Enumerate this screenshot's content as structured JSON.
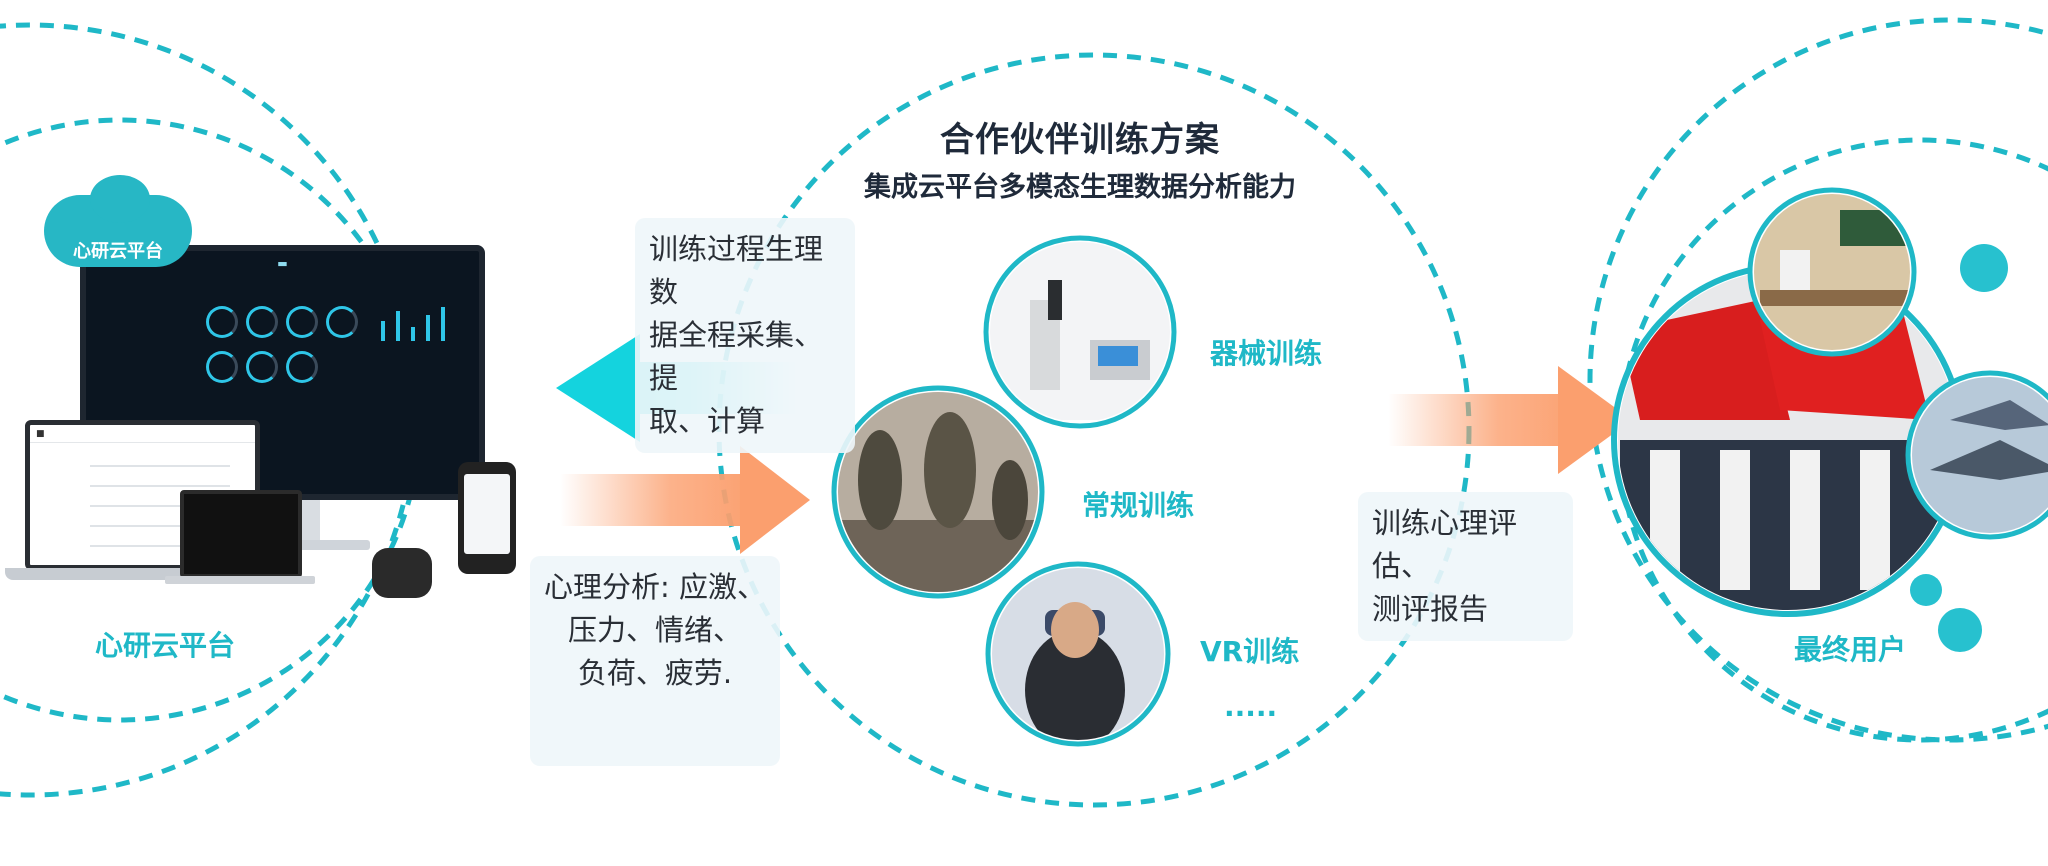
{
  "header": {
    "title": "合作伙伴训练方案",
    "subtitle": "集成云平台多模态生理数据分析能力"
  },
  "notes": {
    "collection": [
      "训练过程生理数",
      "据全程采集、提",
      "取、计算"
    ],
    "analysis": [
      "心理分析: 应激、",
      "压力、情绪、",
      "负荷、疲劳."
    ],
    "evaluation": [
      "训练心理评估、",
      "测评报告"
    ]
  },
  "categories": {
    "equipment": "器械训练",
    "regular": "常规训练",
    "vr": "VR训练",
    "more": "....."
  },
  "platform": {
    "badge": "心研云平台",
    "label": "心研云平台"
  },
  "end_user": {
    "label": "最终用户"
  },
  "colors": {
    "accent": "#1fb8c7",
    "arrow_cyan": "#14d3de",
    "arrow_orange": "#fb9f6e",
    "text_dark": "#1f2a3a"
  }
}
